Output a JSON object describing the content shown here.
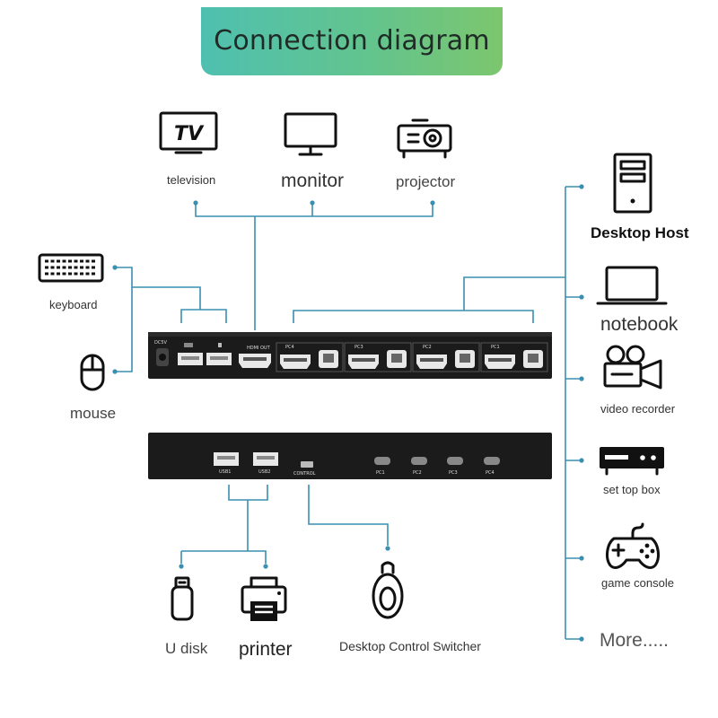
{
  "banner": {
    "title": "Connection diagram"
  },
  "top_devices": [
    {
      "label": "television",
      "icon": "tv-icon"
    },
    {
      "label": "monitor",
      "icon": "monitor-icon"
    },
    {
      "label": "projector",
      "icon": "projector-icon"
    }
  ],
  "left_devices": [
    {
      "label": "keyboard",
      "icon": "keyboard-icon"
    },
    {
      "label": "mouse",
      "icon": "mouse-icon"
    }
  ],
  "right_devices": [
    {
      "label": "Desktop Host",
      "icon": "desktop-tower-icon"
    },
    {
      "label": "notebook",
      "icon": "laptop-icon"
    },
    {
      "label": "video recorder",
      "icon": "video-camera-icon"
    },
    {
      "label": "set top box",
      "icon": "set-top-box-icon"
    },
    {
      "label": "game console",
      "icon": "gamepad-icon"
    },
    {
      "label": "More.....",
      "icon": ""
    }
  ],
  "bottom_devices": [
    {
      "label": "U disk",
      "icon": "usb-drive-icon"
    },
    {
      "label": "printer",
      "icon": "printer-icon"
    },
    {
      "label": "Desktop Control Switcher",
      "icon": "desk-switch-icon"
    }
  ],
  "device_back": {
    "dc_label": "DC5V",
    "hdmi_out_label": "HDMI OUT",
    "pc_port_labels": [
      "PC4",
      "PC3",
      "PC2",
      "PC1"
    ]
  },
  "device_front": {
    "usb_labels": [
      "USB1",
      "USB2"
    ],
    "control_label": "CONTROL",
    "pc_button_labels": [
      "PC1",
      "PC2",
      "PC3",
      "PC4"
    ]
  },
  "colors": {
    "line": "#3a8fb0",
    "banner_start": "#4fc0b0",
    "banner_end": "#7cc66e",
    "device_body": "#1b1b1b"
  }
}
